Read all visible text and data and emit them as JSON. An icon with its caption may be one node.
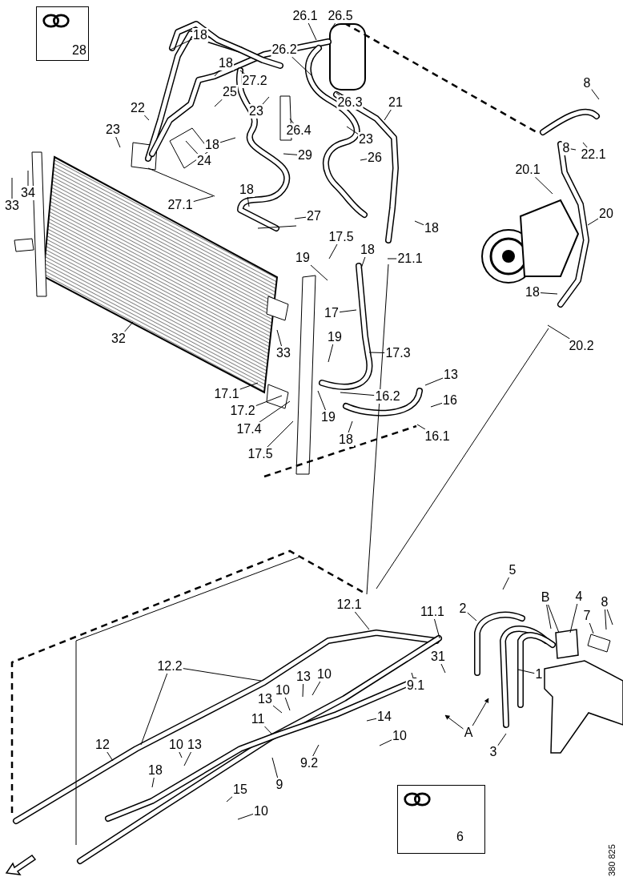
{
  "diagram": {
    "nodes": [
      {
        "text": [
          "28"
        ]
      },
      {
        "text": [
          "18"
        ]
      },
      {
        "text": [
          "26.1"
        ]
      },
      {
        "text": [
          "26.5"
        ]
      },
      {
        "text": [
          "18"
        ]
      },
      {
        "text": [
          "26.2"
        ]
      },
      {
        "text": [
          "27.2"
        ]
      },
      {
        "text": [
          "25"
        ]
      },
      {
        "text": [
          "22"
        ]
      },
      {
        "text": [
          "23"
        ]
      },
      {
        "text": [
          "26.3"
        ]
      },
      {
        "text": [
          "21"
        ]
      },
      {
        "text": [
          "23"
        ]
      },
      {
        "text": [
          "26.4"
        ]
      },
      {
        "text": [
          "23"
        ]
      },
      {
        "text": [
          "18"
        ]
      },
      {
        "text": [
          "29"
        ]
      },
      {
        "text": [
          "24"
        ]
      },
      {
        "text": [
          "26"
        ]
      },
      {
        "text": [
          "34"
        ]
      },
      {
        "text": [
          "33"
        ]
      },
      {
        "text": [
          "27.1"
        ]
      },
      {
        "text": [
          "18"
        ]
      },
      {
        "text": [
          "27"
        ]
      },
      {
        "text": [
          "8"
        ]
      },
      {
        "text": [
          "8"
        ]
      },
      {
        "text": [
          "22.1"
        ]
      },
      {
        "text": [
          "20.1"
        ]
      },
      {
        "text": [
          "20"
        ]
      },
      {
        "text": [
          "18"
        ]
      },
      {
        "text": [
          "17.5"
        ]
      },
      {
        "text": [
          "18"
        ]
      },
      {
        "text": [
          "19"
        ]
      },
      {
        "text": [
          "21.1"
        ]
      },
      {
        "text": [
          "18"
        ]
      },
      {
        "text": [
          "17"
        ]
      },
      {
        "text": [
          "32"
        ]
      },
      {
        "text": [
          "20.2"
        ]
      },
      {
        "text": [
          "33"
        ]
      },
      {
        "text": [
          "19"
        ]
      },
      {
        "text": [
          "17.3"
        ]
      },
      {
        "text": [
          "13"
        ]
      },
      {
        "text": [
          "17.1"
        ]
      },
      {
        "text": [
          "16.2"
        ]
      },
      {
        "text": [
          "16"
        ]
      },
      {
        "text": [
          "17.2"
        ]
      },
      {
        "text": [
          "19"
        ]
      },
      {
        "text": [
          "17.4"
        ]
      },
      {
        "text": [
          "16.1"
        ]
      },
      {
        "text": [
          "18"
        ]
      },
      {
        "text": [
          "17.5"
        ]
      },
      {
        "text": [
          "5"
        ]
      },
      {
        "text": [
          "12.1"
        ]
      },
      {
        "text": [
          "11.1"
        ]
      },
      {
        "text": [
          "2"
        ]
      },
      {
        "text": [
          "B"
        ]
      },
      {
        "text": [
          "4"
        ]
      },
      {
        "text": [
          "8"
        ]
      },
      {
        "text": [
          "7"
        ]
      },
      {
        "text": [
          "31"
        ]
      },
      {
        "text": [
          "12.2"
        ]
      },
      {
        "text": [
          "1"
        ]
      },
      {
        "text": [
          "13"
        ]
      },
      {
        "text": [
          "10"
        ]
      },
      {
        "text": [
          "9.1"
        ]
      },
      {
        "text": [
          "10"
        ]
      },
      {
        "text": [
          "13"
        ]
      },
      {
        "text": [
          "14"
        ]
      },
      {
        "text": [
          "11"
        ]
      },
      {
        "text": [
          "A"
        ]
      },
      {
        "text": [
          "10"
        ]
      },
      {
        "text": [
          "12"
        ]
      },
      {
        "text": [
          "10"
        ]
      },
      {
        "text": [
          "13"
        ]
      },
      {
        "text": [
          "3"
        ]
      },
      {
        "text": [
          "9.2"
        ]
      },
      {
        "text": [
          "18"
        ]
      },
      {
        "text": [
          "9"
        ]
      },
      {
        "text": [
          "15"
        ]
      },
      {
        "text": [
          "6"
        ]
      },
      {
        "text": [
          "10"
        ]
      }
    ],
    "edges": [
      {
        "from": 1,
        "to": null,
        "arrow": "none"
      },
      {
        "from": 2,
        "to": null,
        "arrow": "none"
      },
      {
        "from": 3,
        "to": null,
        "arrow": "none"
      },
      {
        "from": 4,
        "to": null,
        "arrow": "none"
      },
      {
        "from": 5,
        "to": null,
        "arrow": "none"
      },
      {
        "from": 6,
        "to": null,
        "arrow": "none"
      },
      {
        "from": 7,
        "to": null,
        "arrow": "none"
      },
      {
        "from": 8,
        "to": null,
        "arrow": "none"
      },
      {
        "from": 9,
        "to": null,
        "arrow": "none"
      },
      {
        "from": 10,
        "to": null,
        "arrow": "none"
      },
      {
        "from": 11,
        "to": null,
        "arrow": "none"
      },
      {
        "from": 12,
        "to": null,
        "arrow": "none"
      },
      {
        "from": 13,
        "to": null,
        "arrow": "none"
      },
      {
        "from": 14,
        "to": null,
        "arrow": "none"
      },
      {
        "from": 15,
        "to": null,
        "arrow": "none"
      },
      {
        "from": 16,
        "to": null,
        "arrow": "none"
      },
      {
        "from": 17,
        "to": null,
        "arrow": "none"
      },
      {
        "from": 18,
        "to": null,
        "arrow": "none"
      },
      {
        "from": 19,
        "to": null,
        "arrow": "none"
      },
      {
        "from": 20,
        "to": null,
        "arrow": "none"
      },
      {
        "from": 21,
        "to": null,
        "arrow": "none"
      },
      {
        "from": 22,
        "to": null,
        "arrow": "none"
      },
      {
        "from": 23,
        "to": null,
        "arrow": "none"
      },
      {
        "from": 24,
        "to": null,
        "arrow": "none"
      },
      {
        "from": 25,
        "to": null,
        "arrow": "none"
      },
      {
        "from": 26,
        "to": null,
        "arrow": "none"
      },
      {
        "from": 27,
        "to": null,
        "arrow": "none"
      },
      {
        "from": 28,
        "to": null,
        "arrow": "none"
      },
      {
        "from": 29,
        "to": null,
        "arrow": "none"
      },
      {
        "from": 30,
        "to": null,
        "arrow": "none"
      },
      {
        "from": 31,
        "to": null,
        "arrow": "none"
      },
      {
        "from": 32,
        "to": null,
        "arrow": "none"
      },
      {
        "from": 33,
        "to": null,
        "arrow": "none"
      },
      {
        "from": 34,
        "to": null,
        "arrow": "none"
      },
      {
        "from": 35,
        "to": null,
        "arrow": "none"
      },
      {
        "from": 36,
        "to": null,
        "arrow": "none"
      },
      {
        "from": 37,
        "to": null,
        "arrow": "none"
      },
      {
        "from": 38,
        "to": null,
        "arrow": "none"
      },
      {
        "from": 39,
        "to": null,
        "arrow": "none"
      },
      {
        "from": 40,
        "to": null,
        "arrow": "none"
      },
      {
        "from": 41,
        "to": null,
        "arrow": "none"
      },
      {
        "from": 42,
        "to": null,
        "arrow": "none"
      },
      {
        "from": 43,
        "to": null,
        "arrow": "none"
      },
      {
        "from": 44,
        "to": null,
        "arrow": "none"
      },
      {
        "from": 45,
        "to": null,
        "arrow": "none"
      },
      {
        "from": 46,
        "to": null,
        "arrow": "none"
      },
      {
        "from": 47,
        "to": null,
        "arrow": "none"
      },
      {
        "from": 48,
        "to": null,
        "arrow": "none"
      },
      {
        "from": 49,
        "to": null,
        "arrow": "none"
      },
      {
        "from": 50,
        "to": null,
        "arrow": "none"
      },
      {
        "from": 51,
        "to": null,
        "arrow": "none"
      },
      {
        "from": 52,
        "to": null,
        "arrow": "none"
      },
      {
        "from": 53,
        "to": null,
        "arrow": "none"
      },
      {
        "from": 54,
        "to": null,
        "arrow": "none"
      },
      {
        "from": 55,
        "to": null,
        "arrow": "none"
      },
      {
        "from": 55,
        "to": null,
        "arrow": "none"
      },
      {
        "from": 56,
        "to": null,
        "arrow": "none"
      },
      {
        "from": 57,
        "to": null,
        "arrow": "none"
      },
      {
        "from": 57,
        "to": null,
        "arrow": "none"
      },
      {
        "from": 58,
        "to": null,
        "arrow": "none"
      },
      {
        "from": 59,
        "to": null,
        "arrow": "none"
      },
      {
        "from": 60,
        "to": null,
        "arrow": "none"
      },
      {
        "from": 60,
        "to": null,
        "arrow": "none"
      },
      {
        "from": 61,
        "to": null,
        "arrow": "none"
      },
      {
        "from": 62,
        "to": null,
        "arrow": "none"
      },
      {
        "from": 63,
        "to": null,
        "arrow": "none"
      },
      {
        "from": 64,
        "to": null,
        "arrow": "none"
      },
      {
        "from": 65,
        "to": null,
        "arrow": "none"
      },
      {
        "from": 66,
        "to": null,
        "arrow": "none"
      },
      {
        "from": 67,
        "to": null,
        "arrow": "none"
      },
      {
        "from": 68,
        "to": null,
        "arrow": "none"
      },
      {
        "from": 69,
        "to": null,
        "arrow": "to"
      },
      {
        "from": 69,
        "to": null,
        "arrow": "to"
      },
      {
        "from": 70,
        "to": null,
        "arrow": "none"
      },
      {
        "from": 71,
        "to": null,
        "arrow": "none"
      },
      {
        "from": 72,
        "to": null,
        "arrow": "none"
      },
      {
        "from": 73,
        "to": null,
        "arrow": "none"
      },
      {
        "from": 74,
        "to": null,
        "arrow": "none"
      },
      {
        "from": 75,
        "to": null,
        "arrow": "none"
      },
      {
        "from": 76,
        "to": null,
        "arrow": "none"
      },
      {
        "from": 77,
        "to": null,
        "arrow": "none"
      },
      {
        "from": 78,
        "to": null,
        "arrow": "none"
      },
      {
        "from": 80,
        "to": null,
        "arrow": "none"
      }
    ],
    "labels": [
      "380 825"
    ]
  }
}
